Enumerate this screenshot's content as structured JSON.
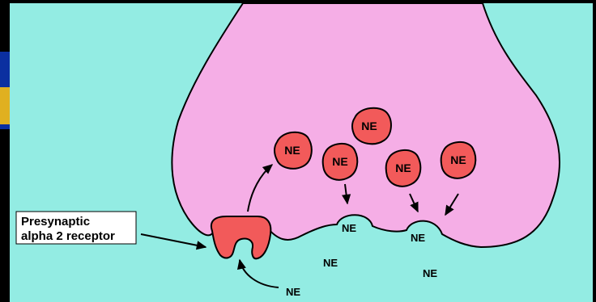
{
  "diagram": {
    "vesicle_label": "NE",
    "free_ne_label": "NE",
    "cleft_labels": [
      "NE",
      "NE"
    ],
    "bottom_arrow_label": "NE",
    "receptor_label_line1": "Presynaptic",
    "receptor_label_line2": "alpha 2 receptor"
  },
  "colors": {
    "cleft": "#93ece3",
    "terminal": "#f5aee6",
    "vesicle": "#f25a5a",
    "receptor": "#f25a5a",
    "label_box": "#ffffff",
    "frame": "#000000",
    "corner_blue": "#0b2fa0",
    "corner_gold": "#e0b020"
  }
}
